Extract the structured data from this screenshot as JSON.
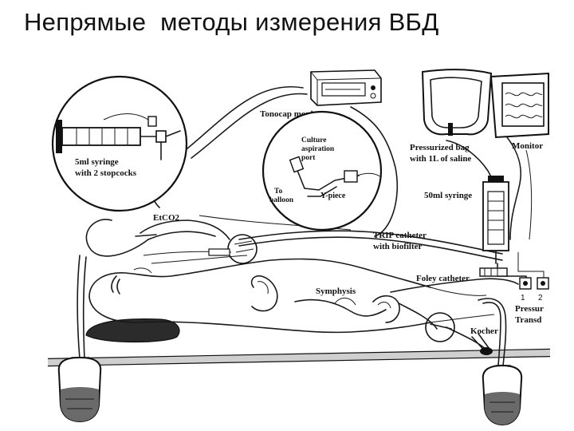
{
  "slide": {
    "title": "Непрямые  методы измерения ВБД"
  },
  "labels": {
    "tonocap_monitor": "Tonocap monitor",
    "pressurized_bag_1": "Pressurized bag",
    "pressurized_bag_2": "with 1L of saline",
    "monitor": "Monitor",
    "syringe_1": "5ml syringe",
    "syringe_2": "with 2 stopcocks",
    "culture_1": "Culture",
    "culture_2": "aspiration",
    "culture_3": "port",
    "to_balloon_1": "To",
    "to_balloon_2": "balloon",
    "y_piece": "Y-piece",
    "etco2": "EtCO2",
    "syringe_50": "50ml syringe",
    "trip_1": "TRIP catheter",
    "trip_2": "with biofilter",
    "foley": "Foley catheter",
    "symphysis": "Symphysis",
    "kocher": "Kocher",
    "pressure_1": "Pressur",
    "pressure_2": "Transd",
    "port_1": "1",
    "port_2": "2"
  },
  "colors": {
    "ink": "#111111",
    "background": "#ffffff",
    "bag_fluid": "#555555",
    "mattress": "#2b2b2b"
  }
}
